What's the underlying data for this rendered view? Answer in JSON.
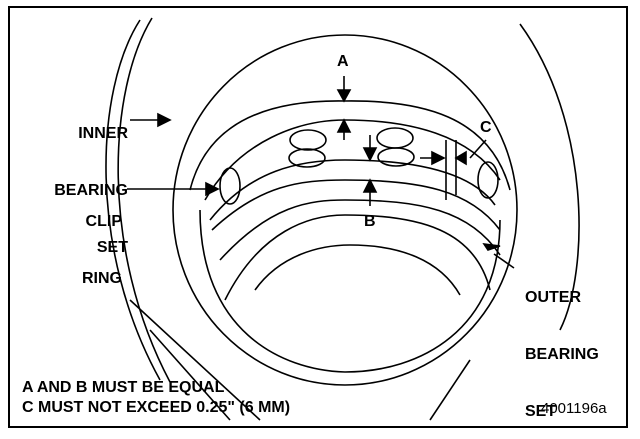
{
  "labels": {
    "inner": [
      "INNER",
      "BEARING",
      "SET"
    ],
    "clip": [
      "CLIP",
      "RING"
    ],
    "outer": [
      "OUTER",
      "BEARING",
      "SET"
    ],
    "a": "A",
    "b": "B",
    "c": "C"
  },
  "notes": [
    "A AND B MUST BE EQUAL",
    "C MUST NOT EXCEED 0.25\" (6 MM)"
  ],
  "figure_number": "4001196a"
}
